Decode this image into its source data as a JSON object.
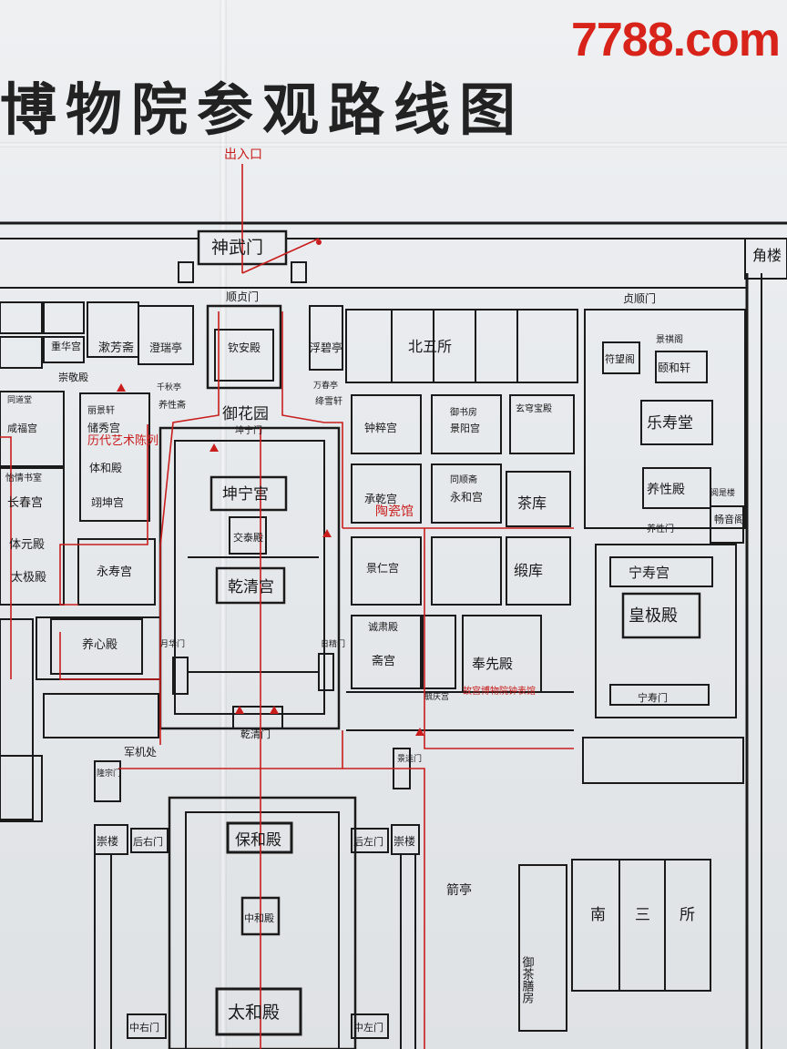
{
  "title": "博物院参观路线图",
  "watermark": "7788.com",
  "colors": {
    "route": "#c91d1d",
    "ink": "#1a1a1a",
    "paper": "#e9ebee",
    "watermark": "#d8231a"
  },
  "labels": {
    "entrance": "出入口",
    "shenwumen": "神武门",
    "jiaolou": "角楼",
    "shunzhenmen": "顺贞门",
    "zhenshunmen": "贞顺门",
    "qinandian": "钦安殿",
    "yuhuayuan": "御花园",
    "chengruiting": "澄瑞亭",
    "fubiting": "浮碧亭",
    "qianqiuting": "千秋亭",
    "wanchunting": "万春亭",
    "yangxingzhai": "养性斋",
    "jiangxuexuan": "绛雪轩",
    "beiwusuo": "北五所",
    "chonghuagong": "重华宫",
    "shufangzhai": "漱芳斋",
    "chongjingdian": "崇敬殿",
    "tongdaotang": "同道堂",
    "xianfugong": "咸福宫",
    "liijingxuan": "丽景轩",
    "chuxiugong": "储秀宫",
    "yihe": "怡情书室",
    "tihedian": "体和殿",
    "changchungong": "长春宫",
    "yikungong": "翊坤宫",
    "tiyuandian": "体元殿",
    "taijidian": "太极殿",
    "yongshougong": "永寿宫",
    "yangxindian": "养心殿",
    "kunninggong": "坤宁宫",
    "kunningmen": "坤宁门",
    "jiaotaidian": "交泰殿",
    "qianqinggong": "乾清宫",
    "qianqingmen": "乾清门",
    "yuexiamen": "月华门",
    "rijingmen": "日精门",
    "zhongcuigong": "钟粹宫",
    "yushufang": "御书房",
    "jingyanggong": "景阳宫",
    "xuanqionggong": "玄穹宝殿",
    "chengqiangong": "承乾宫",
    "tongshunzhai": "同顺斋",
    "yonghegong": "永和宫",
    "chaku": "茶库",
    "jingrengong": "景仁宫",
    "duanku": "缎库",
    "chengsudian": "诚肃殿",
    "zhaigong": "斋宫",
    "yuqinggong": "毓庆宫",
    "fengxiandian": "奉先殿",
    "jingyunmen": "景运门",
    "exhibit_note": "故宫博物院钟表馆",
    "ceramic": "陶瓷馆",
    "lishi": "历代艺术陈列",
    "jingqige": "景祺阁",
    "fujingge": "符望阁",
    "yihexuan": "颐和轩",
    "leshoutang": "乐寿堂",
    "yangxingdian": "养性殿",
    "yangxingmen": "养性门",
    "changyinge": "畅音阁",
    "yueshilou": "阅是楼",
    "ningshougong": "宁寿宫",
    "huangjidian": "皇极殿",
    "ningshoumen": "宁寿门",
    "junjichu": "军机处",
    "longzongmen": "隆宗门",
    "chonglou_w": "崇楼",
    "chonglou_e": "崇楼",
    "houyoumen": "后右门",
    "houzuomen": "后左门",
    "baohedian": "保和殿",
    "zhonghedian": "中和殿",
    "taihedian": "太和殿",
    "zhongyoumen": "中右门",
    "zhongzuomen": "中左门",
    "jianting": "箭亭",
    "yuchashanfang": "御茶膳房",
    "nansansuo": "南三所"
  }
}
